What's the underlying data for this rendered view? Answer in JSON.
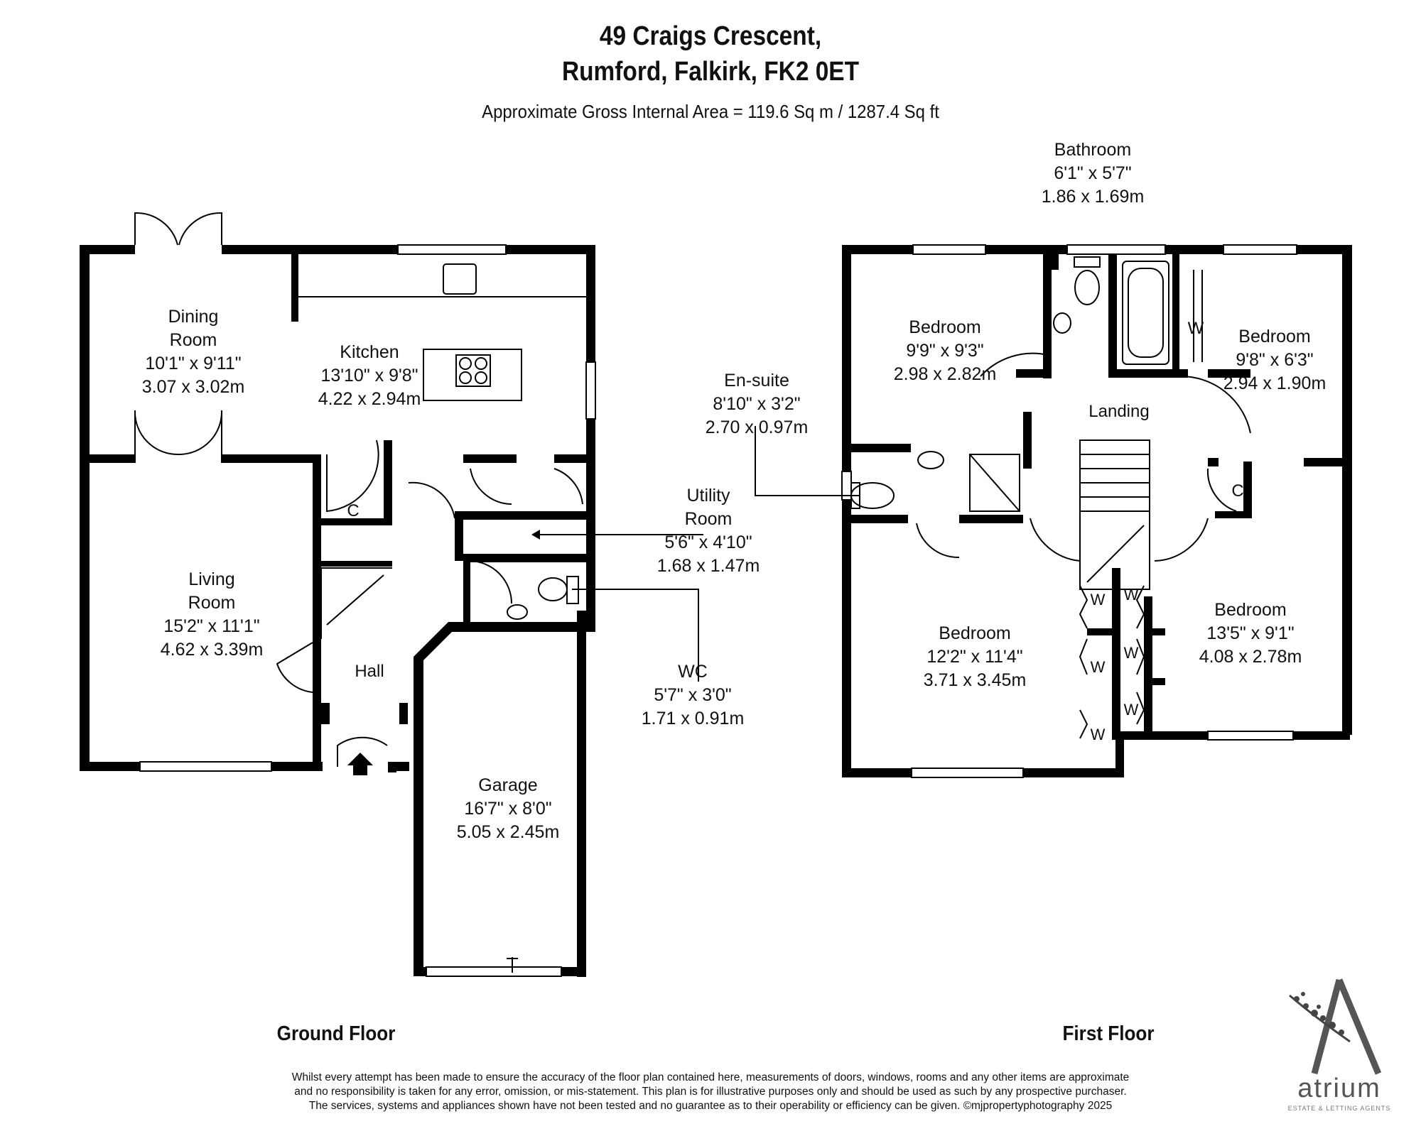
{
  "header": {
    "address_line1": "49 Craigs Crescent,",
    "address_line2": "Rumford, Falkirk, FK2 0ET",
    "area": "Approximate Gross Internal Area = 119.6 Sq m / 1287.4 Sq ft"
  },
  "ground_floor": {
    "label": "Ground Floor",
    "rooms": {
      "dining": {
        "name1": "Dining",
        "name2": "Room",
        "imperial": "10'1\" x 9'11\"",
        "metric": "3.07 x 3.02m"
      },
      "kitchen": {
        "name": "Kitchen",
        "imperial": "13'10\" x 9'8\"",
        "metric": "4.22 x 2.94m"
      },
      "living": {
        "name1": "Living",
        "name2": "Room",
        "imperial": "15'2\" x 11'1\"",
        "metric": "4.62 x 3.39m"
      },
      "hall": {
        "name": "Hall"
      },
      "cupboard": {
        "name": "C"
      },
      "utility": {
        "name1": "Utility",
        "name2": "Room",
        "imperial": "5'6\" x 4'10\"",
        "metric": "1.68 x 1.47m"
      },
      "wc": {
        "name": "WC",
        "imperial": "5'7\" x 3'0\"",
        "metric": "1.71 x 0.91m"
      },
      "garage": {
        "name": "Garage",
        "imperial": "16'7\" x 8'0\"",
        "metric": "5.05 x 2.45m"
      }
    }
  },
  "first_floor": {
    "label": "First Floor",
    "rooms": {
      "bathroom": {
        "name": "Bathroom",
        "imperial": "6'1\" x 5'7\"",
        "metric": "1.86 x 1.69m"
      },
      "bedroom1": {
        "name": "Bedroom",
        "imperial": "9'9\" x 9'3\"",
        "metric": "2.98 x 2.82m"
      },
      "bedroom2": {
        "name": "Bedroom",
        "imperial": "9'8\" x 6'3\"",
        "metric": "2.94 x 1.90m"
      },
      "ensuite": {
        "name": "En-suite",
        "imperial": "8'10\" x 3'2\"",
        "metric": "2.70 x 0.97m"
      },
      "landing": {
        "name": "Landing"
      },
      "bedroom3": {
        "name": "Bedroom",
        "imperial": "12'2\" x 11'4\"",
        "metric": "3.71 x 3.45m"
      },
      "bedroom4": {
        "name": "Bedroom",
        "imperial": "13'5\" x 9'1\"",
        "metric": "4.08 x 2.78m"
      },
      "cupboard": {
        "name": "C"
      },
      "wardrobe": {
        "name": "W"
      }
    }
  },
  "disclaimer": {
    "line1": "Whilst every attempt has been made to ensure the accuracy of the floor plan contained here, measurements of doors, windows, rooms and any other items are approximate",
    "line2": "and no responsibility is taken for any error, omission, or mis-statement. This plan is for illustrative purposes only and should be used as such by any prospective purchaser.",
    "line3": "The services, systems and appliances shown have not been tested and no guarantee as to their operability or efficiency can be given. ©mjpropertyphotography 2025"
  },
  "logo": {
    "name": "atrium",
    "tagline": "ESTATE & LETTING AGENTS"
  }
}
